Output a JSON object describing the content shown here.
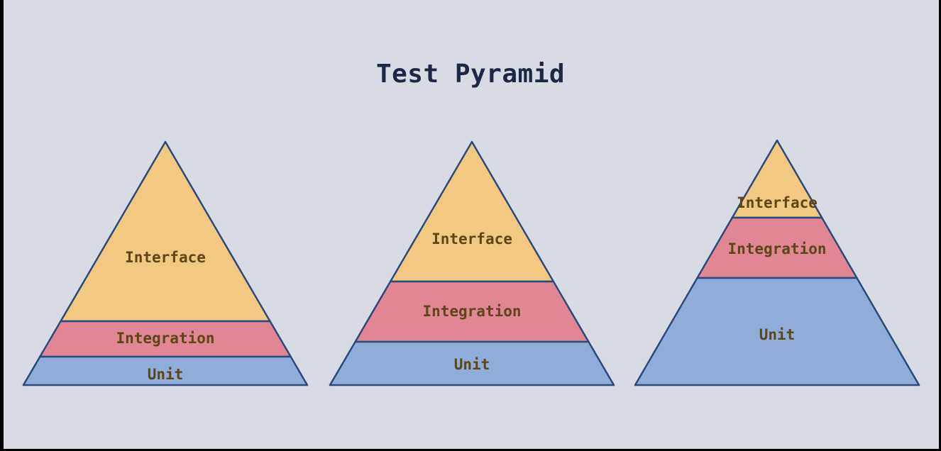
{
  "title": "Test Pyramid",
  "colors": {
    "page_edge": "#000000",
    "canvas_background": "#d8dbe4",
    "outline": "#2a4a7c",
    "title_text": "#1c2844",
    "label_text": "#5e4617",
    "interface_fill": "#f2c882",
    "integration_fill": "#e08694",
    "unit_fill": "#90acd9"
  },
  "pyramids": [
    {
      "position": "left",
      "sections": [
        {
          "label": "Interface",
          "height_fraction": 0.74
        },
        {
          "label": "Integration",
          "height_fraction": 0.15
        },
        {
          "label": "Unit",
          "height_fraction": 0.11
        }
      ]
    },
    {
      "position": "center",
      "sections": [
        {
          "label": "Interface",
          "height_fraction": 0.57
        },
        {
          "label": "Integration",
          "height_fraction": 0.25
        },
        {
          "label": "Unit",
          "height_fraction": 0.18
        }
      ]
    },
    {
      "position": "right",
      "sections": [
        {
          "label": "Interface",
          "height_fraction": 0.32
        },
        {
          "label": "Integration",
          "height_fraction": 0.25
        },
        {
          "label": "Unit",
          "height_fraction": 0.44
        }
      ]
    }
  ]
}
